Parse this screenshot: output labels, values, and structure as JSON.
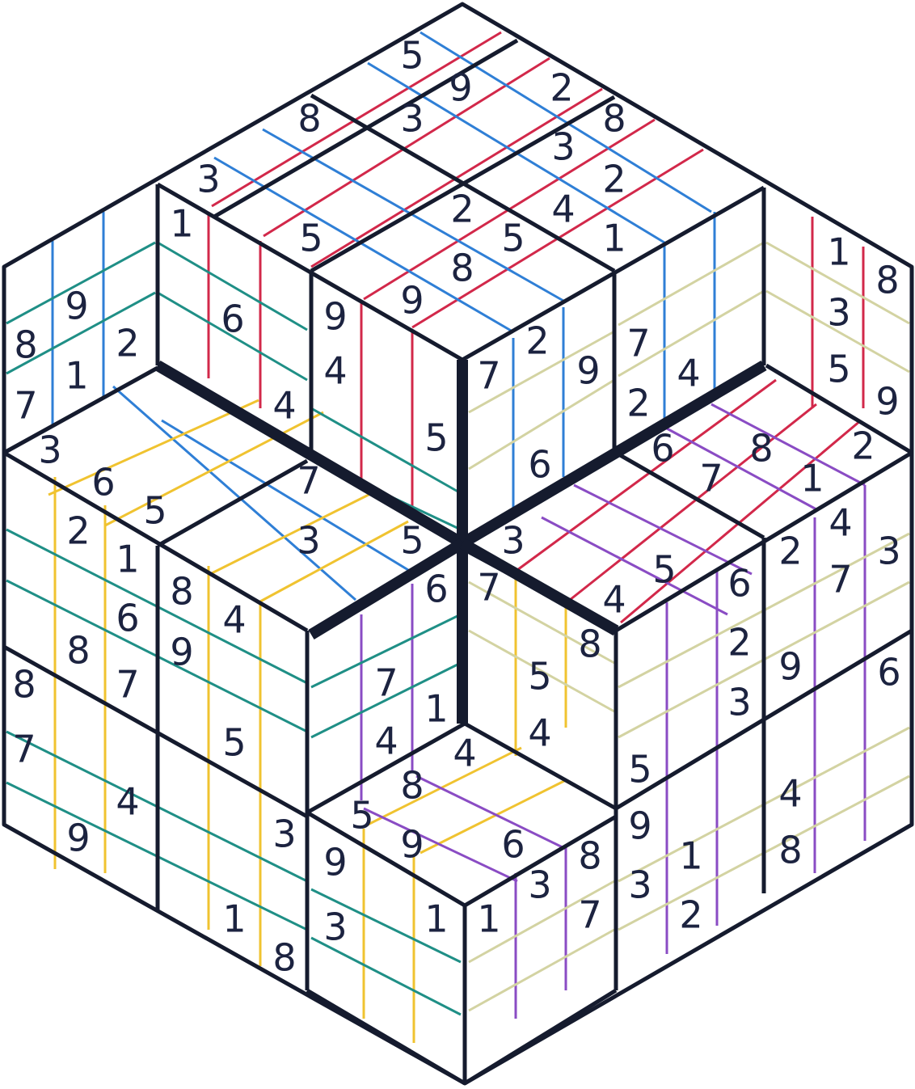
{
  "puzzle": {
    "type": "3D cube sudoku",
    "colors": {
      "outline": "#151b2e",
      "red": "#d2284a",
      "blue": "#2f7fd6",
      "teal": "#1f8f86",
      "yellow": "#f0c330",
      "purple": "#8a4cc4",
      "khaki": "#d3d3a2",
      "digit": "#1c2340"
    },
    "digits": [
      {
        "id": "d01",
        "value": "5"
      },
      {
        "id": "d02",
        "value": "9"
      },
      {
        "id": "d03",
        "value": "2"
      },
      {
        "id": "d04",
        "value": "8"
      },
      {
        "id": "d05",
        "value": "3"
      },
      {
        "id": "d06",
        "value": "8"
      },
      {
        "id": "d07",
        "value": "3"
      },
      {
        "id": "d08",
        "value": "3"
      },
      {
        "id": "d09",
        "value": "2"
      },
      {
        "id": "d10",
        "value": "2"
      },
      {
        "id": "d11",
        "value": "4"
      },
      {
        "id": "d12",
        "value": "1"
      },
      {
        "id": "d13",
        "value": "5"
      },
      {
        "id": "d14",
        "value": "5"
      },
      {
        "id": "d15",
        "value": "1"
      },
      {
        "id": "d16",
        "value": "8"
      },
      {
        "id": "d17",
        "value": "9"
      },
      {
        "id": "d18",
        "value": "6"
      },
      {
        "id": "d19",
        "value": "9"
      },
      {
        "id": "d20",
        "value": "4"
      },
      {
        "id": "d21",
        "value": "4"
      },
      {
        "id": "d22",
        "value": "5"
      },
      {
        "id": "d23",
        "value": "7"
      },
      {
        "id": "d24",
        "value": "2"
      },
      {
        "id": "d25",
        "value": "9"
      },
      {
        "id": "d26",
        "value": "7"
      },
      {
        "id": "d27",
        "value": "2"
      },
      {
        "id": "d28",
        "value": "4"
      },
      {
        "id": "d29",
        "value": "6"
      },
      {
        "id": "d30",
        "value": "1"
      },
      {
        "id": "d31",
        "value": "8"
      },
      {
        "id": "d32",
        "value": "3"
      },
      {
        "id": "d33",
        "value": "5"
      },
      {
        "id": "d34",
        "value": "9"
      },
      {
        "id": "d35",
        "value": "8"
      },
      {
        "id": "d36",
        "value": "9"
      },
      {
        "id": "d37",
        "value": "2"
      },
      {
        "id": "d38",
        "value": "7"
      },
      {
        "id": "d39",
        "value": "1"
      },
      {
        "id": "d40",
        "value": "3"
      },
      {
        "id": "d41",
        "value": "6"
      },
      {
        "id": "d42",
        "value": "5"
      },
      {
        "id": "d43",
        "value": "7"
      },
      {
        "id": "d44",
        "value": "3"
      },
      {
        "id": "d45",
        "value": "5"
      },
      {
        "id": "d46",
        "value": "2"
      },
      {
        "id": "d47",
        "value": "1"
      },
      {
        "id": "d48",
        "value": "6"
      },
      {
        "id": "d49",
        "value": "8"
      },
      {
        "id": "d50",
        "value": "7"
      },
      {
        "id": "d51",
        "value": "8"
      },
      {
        "id": "d52",
        "value": "7"
      },
      {
        "id": "d53",
        "value": "4"
      },
      {
        "id": "d54",
        "value": "9"
      },
      {
        "id": "d55",
        "value": "8"
      },
      {
        "id": "d56",
        "value": "4"
      },
      {
        "id": "d57",
        "value": "9"
      },
      {
        "id": "d58",
        "value": "5"
      },
      {
        "id": "d59",
        "value": "3"
      },
      {
        "id": "d60",
        "value": "1"
      },
      {
        "id": "d61",
        "value": "8"
      },
      {
        "id": "d62",
        "value": "6"
      },
      {
        "id": "d63",
        "value": "7"
      },
      {
        "id": "d64",
        "value": "1"
      },
      {
        "id": "d65",
        "value": "4"
      },
      {
        "id": "d66",
        "value": "9"
      },
      {
        "id": "d67",
        "value": "3"
      },
      {
        "id": "d68",
        "value": "1"
      },
      {
        "id": "d69",
        "value": "4"
      },
      {
        "id": "d70",
        "value": "8"
      },
      {
        "id": "d71",
        "value": "5"
      },
      {
        "id": "d72",
        "value": "9"
      },
      {
        "id": "d73",
        "value": "6"
      },
      {
        "id": "d74",
        "value": "6"
      },
      {
        "id": "d75",
        "value": "8"
      },
      {
        "id": "d76",
        "value": "2"
      },
      {
        "id": "d77",
        "value": "7"
      },
      {
        "id": "d78",
        "value": "1"
      },
      {
        "id": "d79",
        "value": "3"
      },
      {
        "id": "d80",
        "value": "5"
      },
      {
        "id": "d81",
        "value": "4"
      },
      {
        "id": "d82",
        "value": "7"
      },
      {
        "id": "d83",
        "value": "5"
      },
      {
        "id": "d84",
        "value": "4"
      },
      {
        "id": "d85",
        "value": "8"
      },
      {
        "id": "d86",
        "value": "6"
      },
      {
        "id": "d87",
        "value": "2"
      },
      {
        "id": "d88",
        "value": "3"
      },
      {
        "id": "d89",
        "value": "2"
      },
      {
        "id": "d90",
        "value": "4"
      },
      {
        "id": "d91",
        "value": "7"
      },
      {
        "id": "d92",
        "value": "3"
      },
      {
        "id": "d93",
        "value": "9"
      },
      {
        "id": "d94",
        "value": "6"
      },
      {
        "id": "d95",
        "value": "5"
      },
      {
        "id": "d96",
        "value": "4"
      },
      {
        "id": "d97",
        "value": "8"
      },
      {
        "id": "d98",
        "value": "1"
      },
      {
        "id": "d99",
        "value": "3"
      },
      {
        "id": "e01",
        "value": "8"
      },
      {
        "id": "e02",
        "value": "7"
      },
      {
        "id": "e03",
        "value": "9"
      },
      {
        "id": "e04",
        "value": "3"
      },
      {
        "id": "e05",
        "value": "1"
      },
      {
        "id": "e06",
        "value": "2"
      }
    ]
  }
}
